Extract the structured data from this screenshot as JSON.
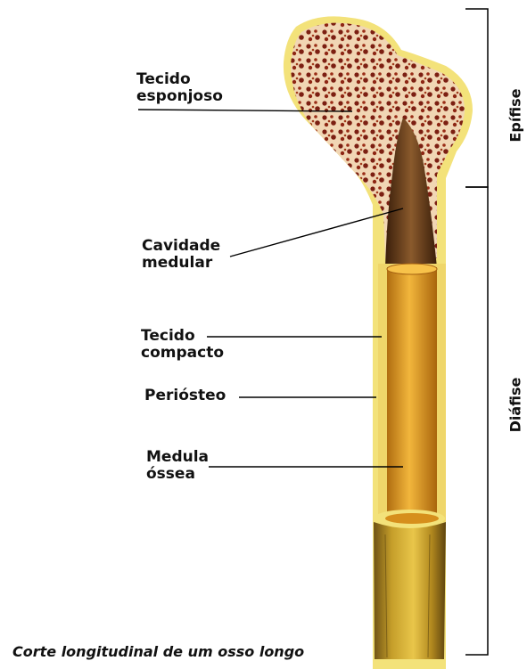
{
  "labels": {
    "spongy": [
      "Tecido",
      "esponjoso"
    ],
    "medullary_cavity": [
      "Cavidade",
      "medular"
    ],
    "compact": [
      "Tecido",
      "compacto"
    ],
    "periosteum": "Periósteo",
    "marrow": [
      "Medula",
      "óssea"
    ]
  },
  "regions": {
    "epiphysis": "Epífise",
    "diaphysis": "Diáfise"
  },
  "caption": "Corte longitudinal de um osso longo",
  "colors": {
    "periosteum": "#f3e27a",
    "bone_outer": "#c99a1f",
    "marrow_core": "#e7a32a",
    "spongy_bg": "#f4dcc0",
    "spongy_holes": "#7c1f12",
    "cavity": "#5a3417",
    "shaft_dark": "#8a6a1c"
  }
}
